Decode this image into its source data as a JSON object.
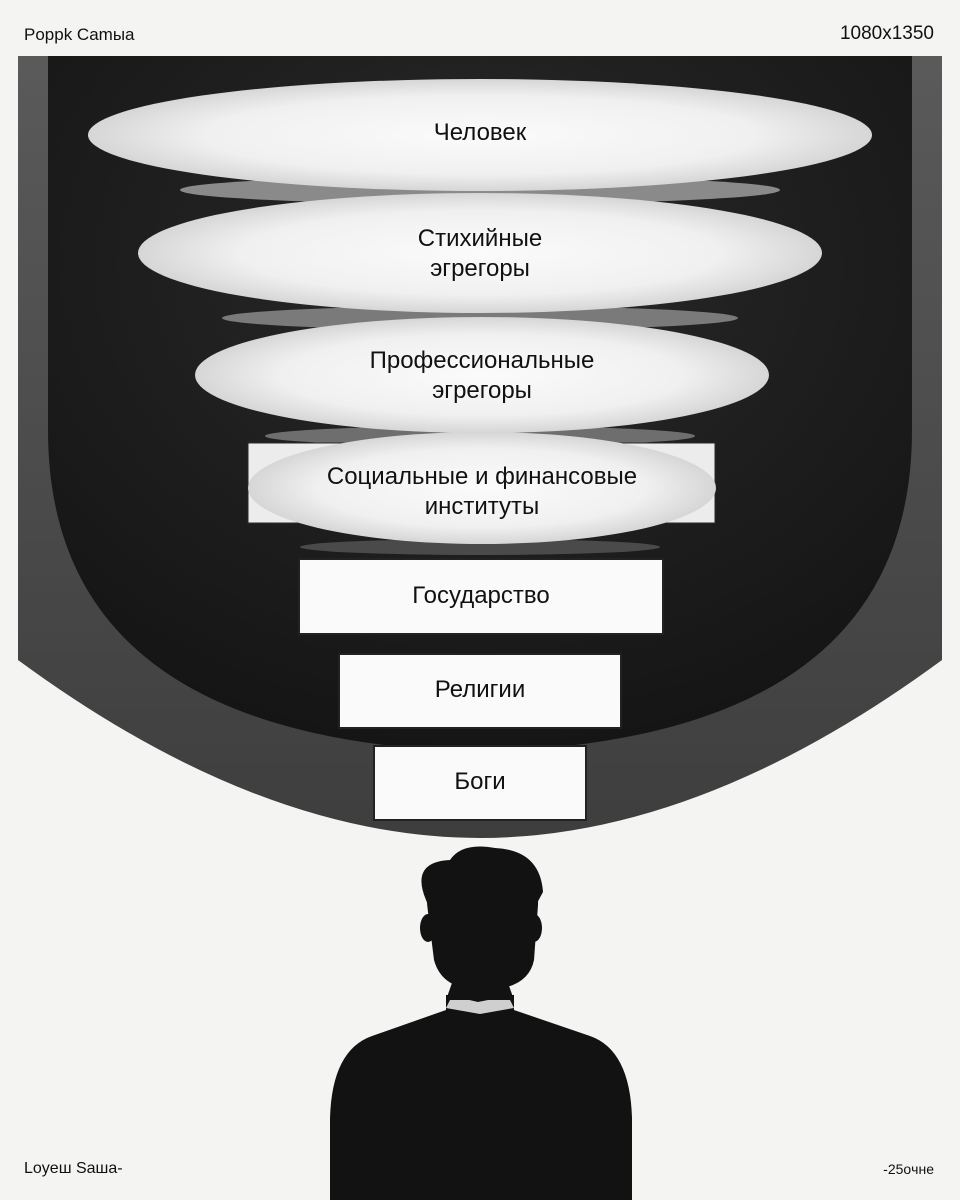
{
  "header": {
    "left_text": "Popрk Camыa",
    "right_text": "1080x1350"
  },
  "footer": {
    "left_text": "Loyeш Saша-",
    "right_text": "-25oчнe"
  },
  "diagram": {
    "levels": [
      {
        "shape": "ellipse",
        "lines": [
          "Человек"
        ]
      },
      {
        "shape": "ellipse",
        "lines": [
          "Стихийные",
          "эгрегоры"
        ]
      },
      {
        "shape": "ellipse",
        "lines": [
          "Профессиональные",
          "эгрегоры"
        ]
      },
      {
        "shape": "ellipse",
        "lines": [
          "Социальные и финансовые",
          "институты"
        ]
      },
      {
        "shape": "rect",
        "lines": [
          "Государство"
        ]
      },
      {
        "shape": "rect",
        "lines": [
          "Религии"
        ]
      },
      {
        "shape": "rect",
        "lines": [
          "Боги"
        ]
      }
    ]
  },
  "colors": {
    "page": "#f4f4f3",
    "outer_bowl": "#4a4a4a",
    "inner_bowl": "#1e1e1e",
    "silhouette": "#121212",
    "panel": "#fafafa"
  },
  "icons": {
    "figure": "person-silhouette-icon"
  }
}
